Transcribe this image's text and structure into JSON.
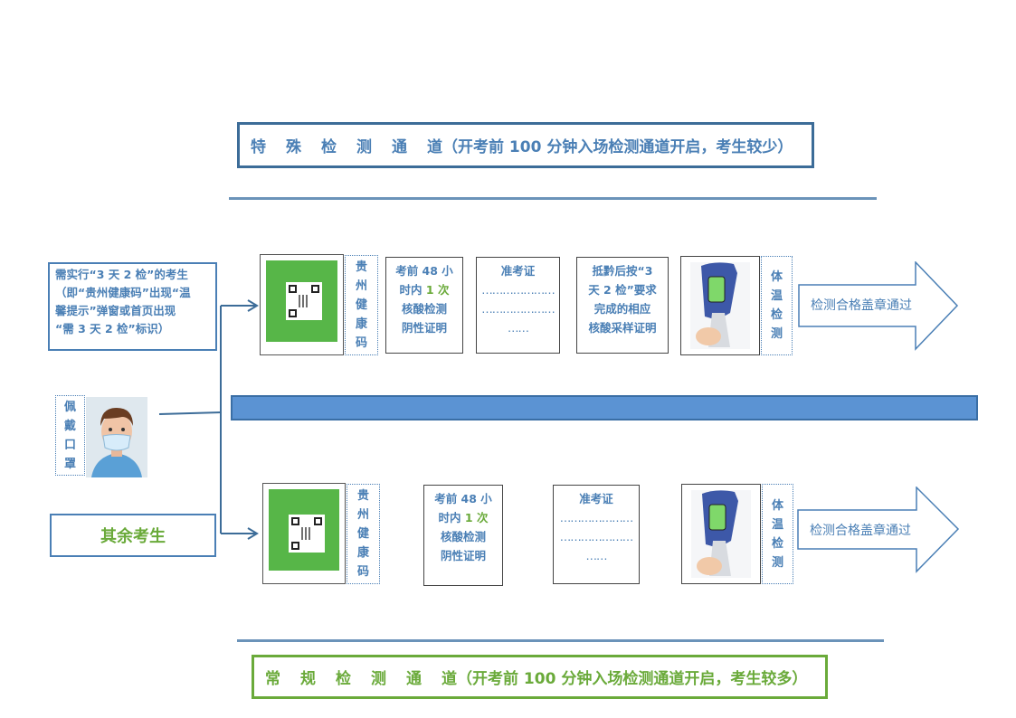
{
  "special_channel": {
    "chars": [
      "特",
      "殊",
      "检",
      "测",
      "通"
    ],
    "tail": "道（开考前 100 分钟入场检测通道开启，考生较少）"
  },
  "regular_channel": {
    "chars": [
      "常",
      "规",
      "检",
      "测",
      "通"
    ],
    "tail": "道（开考前 100 分钟入场检测通道开启，考生较多）"
  },
  "three_day_note": {
    "line1": "需实行“3 天 2 检”的考生",
    "line2": "（即“贵州健康码”出现“温",
    "line3": "馨提示”弹窗或首页出现",
    "line4": "“需 3 天 2 检”标识）"
  },
  "rest_examinees": "其余考生",
  "mask_label": [
    "佩",
    "戴",
    "口",
    "罩"
  ],
  "health_code_label": [
    "贵",
    "州",
    "健",
    "康",
    "码"
  ],
  "temp_label": [
    "体",
    "温",
    "检",
    "测"
  ],
  "nucleic_card": {
    "line1_prefix": "考前 48 小",
    "line2_prefix": "时内 ",
    "line2_highlight": "1 次",
    "line3": "核酸检测",
    "line4": "阴性证明"
  },
  "admission_card": {
    "title": "准考证",
    "dots1": "…………………",
    "dots2": "…………………",
    "dots3": "……"
  },
  "guizhou_card": {
    "line1": "抵黔后按“3",
    "line2": "天 2 检”要求",
    "line3": "完成的相应",
    "line4": "核酸采样证明"
  },
  "pass_text": "检测合格盖章通过",
  "colors": {
    "accent_blue": "#4a7fb5",
    "accent_green": "#6aaa3a",
    "divider": "#5b93d3"
  }
}
